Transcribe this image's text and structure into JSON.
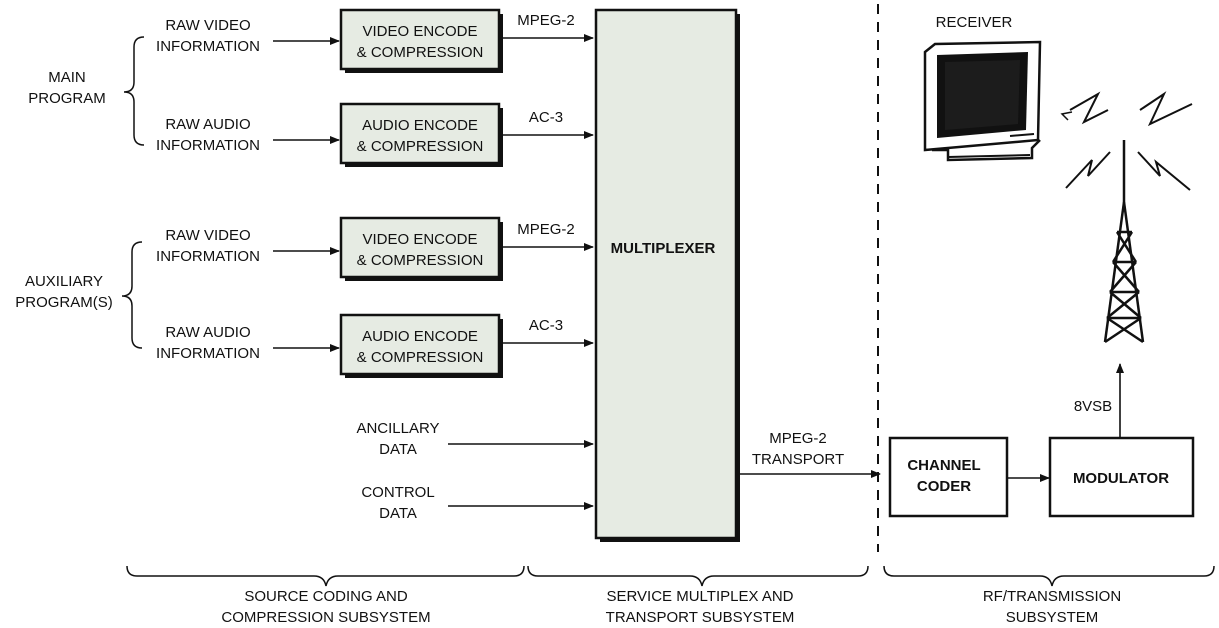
{
  "groups": {
    "main": [
      "MAIN",
      "PROGRAM"
    ],
    "auxiliary": [
      "AUXILIARY",
      "PROGRAM(S)"
    ]
  },
  "inputs": {
    "main_video": [
      "RAW VIDEO",
      "INFORMATION"
    ],
    "main_audio": [
      "RAW AUDIO",
      "INFORMATION"
    ],
    "aux_video": [
      "RAW VIDEO",
      "INFORMATION"
    ],
    "aux_audio": [
      "RAW AUDIO",
      "INFORMATION"
    ],
    "ancillary": [
      "ANCILLARY",
      "DATA"
    ],
    "control": [
      "CONTROL",
      "DATA"
    ]
  },
  "blocks": {
    "video_encode_main": [
      "VIDEO ENCODE",
      "& COMPRESSION"
    ],
    "audio_encode_main": [
      "AUDIO ENCODE",
      "& COMPRESSION"
    ],
    "video_encode_aux": [
      "VIDEO ENCODE",
      "& COMPRESSION"
    ],
    "audio_encode_aux": [
      "AUDIO ENCODE",
      "& COMPRESSION"
    ],
    "multiplexer": "MULTIPLEXER",
    "channel_coder": [
      "CHANNEL",
      "CODER"
    ],
    "modulator": "MODULATOR"
  },
  "signals": {
    "mpeg2_main": "MPEG-2",
    "ac3_main": "AC-3",
    "mpeg2_aux": "MPEG-2",
    "ac3_aux": "AC-3",
    "transport": [
      "MPEG-2",
      "TRANSPORT"
    ],
    "vsb": "8VSB"
  },
  "receiver": "RECEIVER",
  "subsystems": {
    "source": [
      "SOURCE CODING AND",
      "COMPRESSION SUBSYSTEM"
    ],
    "mux": [
      "SERVICE MULTIPLEX AND",
      "TRANSPORT SUBSYSTEM"
    ],
    "rf": [
      "RF/TRANSMISSION",
      "SUBSYSTEM"
    ]
  }
}
